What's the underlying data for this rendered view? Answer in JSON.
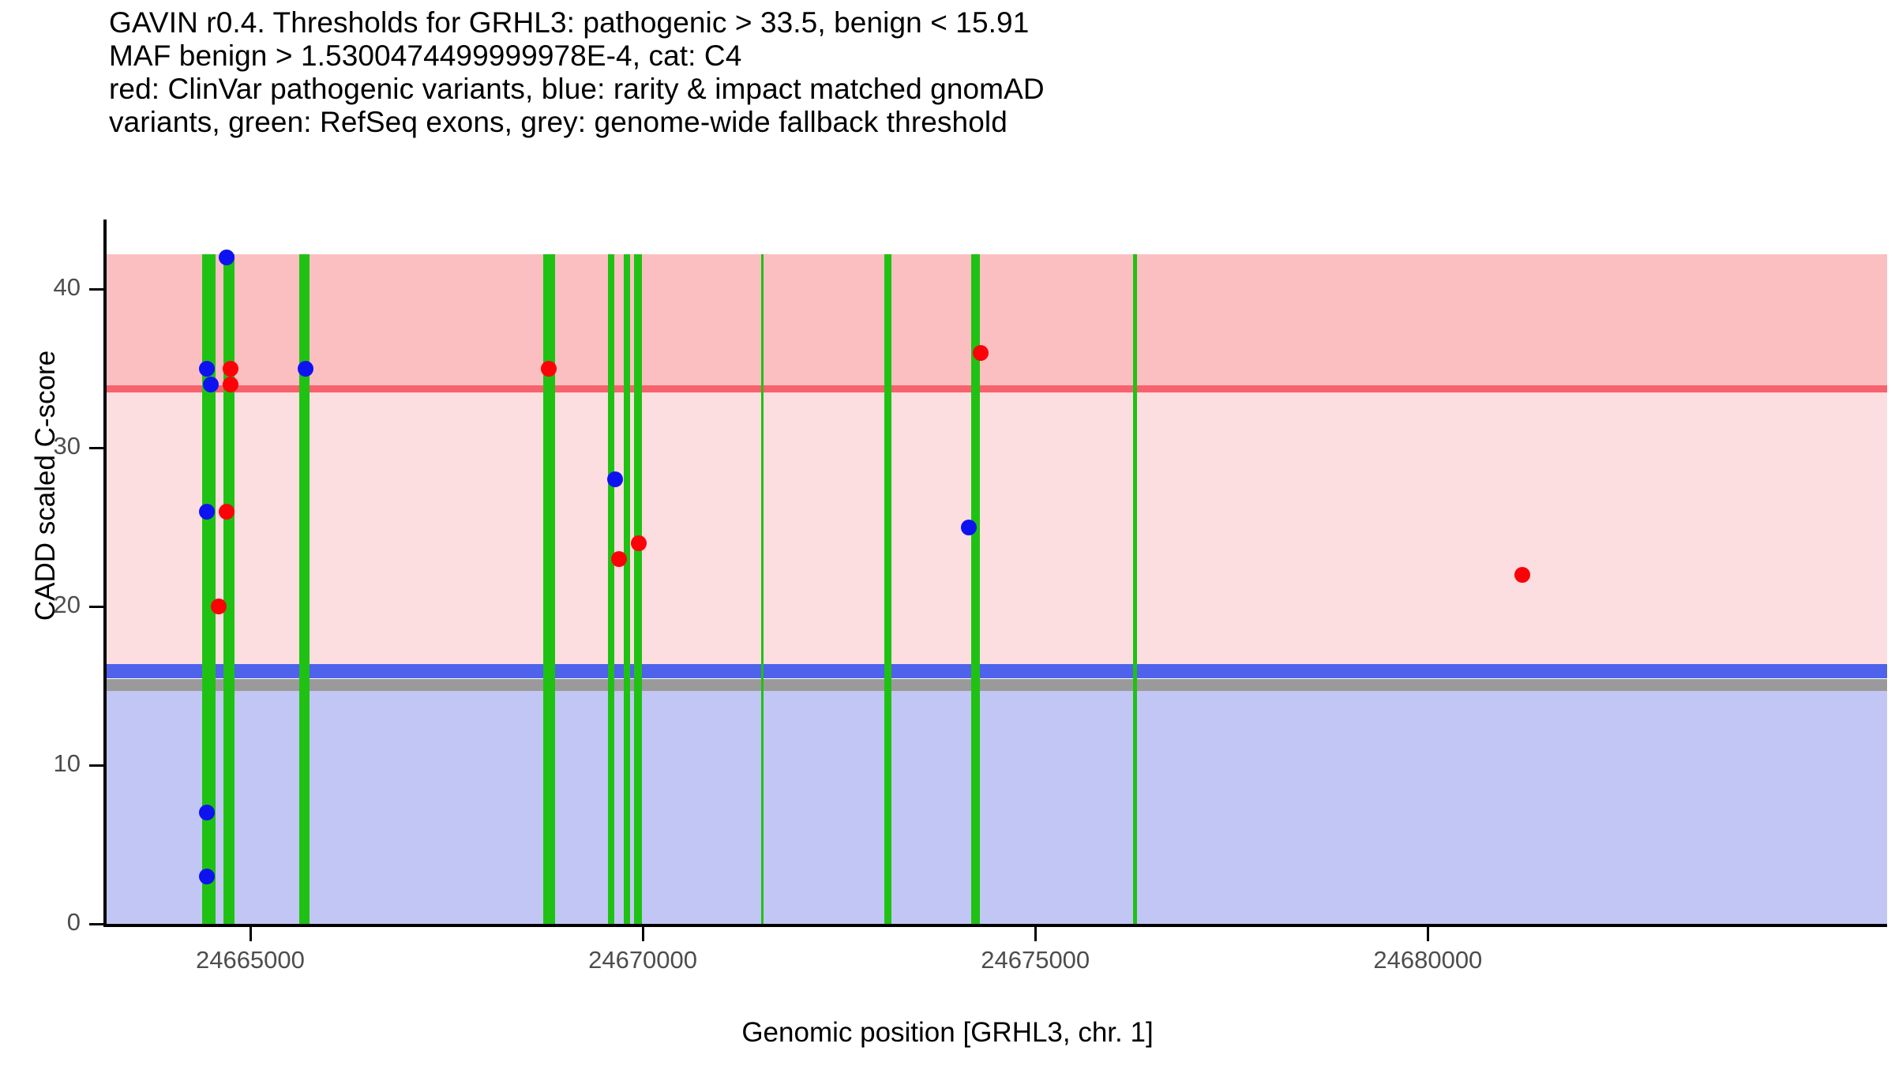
{
  "title": {
    "line1": "GAVIN r0.4. Thresholds for GRHL3: pathogenic > 33.5, benign < 15.91",
    "line2": "MAF benign > 1.5300474499999978E-4, cat: C4",
    "line3": "red: ClinVar pathogenic variants, blue: rarity & impact matched gnomAD",
    "line4": "variants, green: RefSeq exons, grey: genome-wide fallback threshold"
  },
  "chart_data": {
    "type": "scatter",
    "title": "GAVIN r0.4. Thresholds for GRHL3: pathogenic > 33.5, benign < 15.91",
    "subtitle": "MAF benign > 1.5300474499999978E-4, cat: C4",
    "xlabel": "Genomic position [GRHL3, chr. 1]",
    "ylabel": "CADD scaled C-score",
    "gene": "GRHL3",
    "chromosome": "1",
    "category": "C4",
    "pathogenic_threshold": 33.5,
    "benign_threshold": 15.91,
    "genomewide_fallback_threshold": 15.0,
    "maf_benign": "1.5300474499999978E-4",
    "xlim": [
      24663150,
      24685850
    ],
    "ylim": [
      0,
      44.3
    ],
    "grid": false,
    "legend_position": "none",
    "xticks": [
      24665000,
      24670000,
      24675000,
      24680000
    ],
    "xtick_labels": [
      "24665000",
      "24670000",
      "24675000",
      "24680000"
    ],
    "yticks": [
      0,
      10,
      20,
      30,
      40
    ],
    "ytick_labels": [
      "0",
      "10",
      "20",
      "30",
      "40"
    ],
    "bands": [
      {
        "name": "pathogenic-region",
        "color": "#fbbfc1",
        "from": 33.5,
        "to": 42.2
      },
      {
        "name": "pathogenic-threshold-line",
        "color": "#f8626c",
        "value": 33.5
      },
      {
        "name": "intermediate-region",
        "color": "#fcdde0",
        "from": 16.3,
        "to": 33.5
      },
      {
        "name": "benign-threshold-line",
        "color": "#4f62ec",
        "value": 15.91
      },
      {
        "name": "genomewide-fallback-line",
        "color": "#9a9a9a",
        "value": 15.0
      },
      {
        "name": "benign-region",
        "color": "#c2c6f5",
        "from": 0,
        "to": 14.7
      }
    ],
    "series": [
      {
        "name": "ClinVar pathogenic variants",
        "color": "#fd0008",
        "points": [
          {
            "x": 24664750,
            "y": 35.0
          },
          {
            "x": 24664750,
            "y": 34.0
          },
          {
            "x": 24664700,
            "y": 26.0
          },
          {
            "x": 24664600,
            "y": 20.0
          },
          {
            "x": 24668800,
            "y": 35.0
          },
          {
            "x": 24669700,
            "y": 23.0
          },
          {
            "x": 24669950,
            "y": 24.0
          },
          {
            "x": 24674300,
            "y": 36.0
          },
          {
            "x": 24681200,
            "y": 22.0
          }
        ]
      },
      {
        "name": "rarity & impact matched gnomAD variants",
        "color": "#0d12f0",
        "points": [
          {
            "x": 24664700,
            "y": 42.0
          },
          {
            "x": 24664450,
            "y": 35.0
          },
          {
            "x": 24664500,
            "y": 34.0
          },
          {
            "x": 24664450,
            "y": 26.0
          },
          {
            "x": 24664450,
            "y": 7.0
          },
          {
            "x": 24664450,
            "y": 3.0
          },
          {
            "x": 24665700,
            "y": 35.0
          },
          {
            "x": 24669650,
            "y": 28.0
          },
          {
            "x": 24674150,
            "y": 25.0
          }
        ]
      },
      {
        "name": "RefSeq exons",
        "color": "#1fc213",
        "type": "vline",
        "exons": [
          {
            "start": 24664390,
            "end": 24664560
          },
          {
            "start": 24664660,
            "end": 24664800
          },
          {
            "start": 24665620,
            "end": 24665760
          },
          {
            "start": 24668730,
            "end": 24668880
          },
          {
            "start": 24669560,
            "end": 24669640
          },
          {
            "start": 24669760,
            "end": 24669840
          },
          {
            "start": 24669890,
            "end": 24669990
          },
          {
            "start": 24671510,
            "end": 24671540
          },
          {
            "start": 24673080,
            "end": 24673170
          },
          {
            "start": 24674180,
            "end": 24674290
          },
          {
            "start": 24676250,
            "end": 24676300
          }
        ]
      }
    ]
  }
}
